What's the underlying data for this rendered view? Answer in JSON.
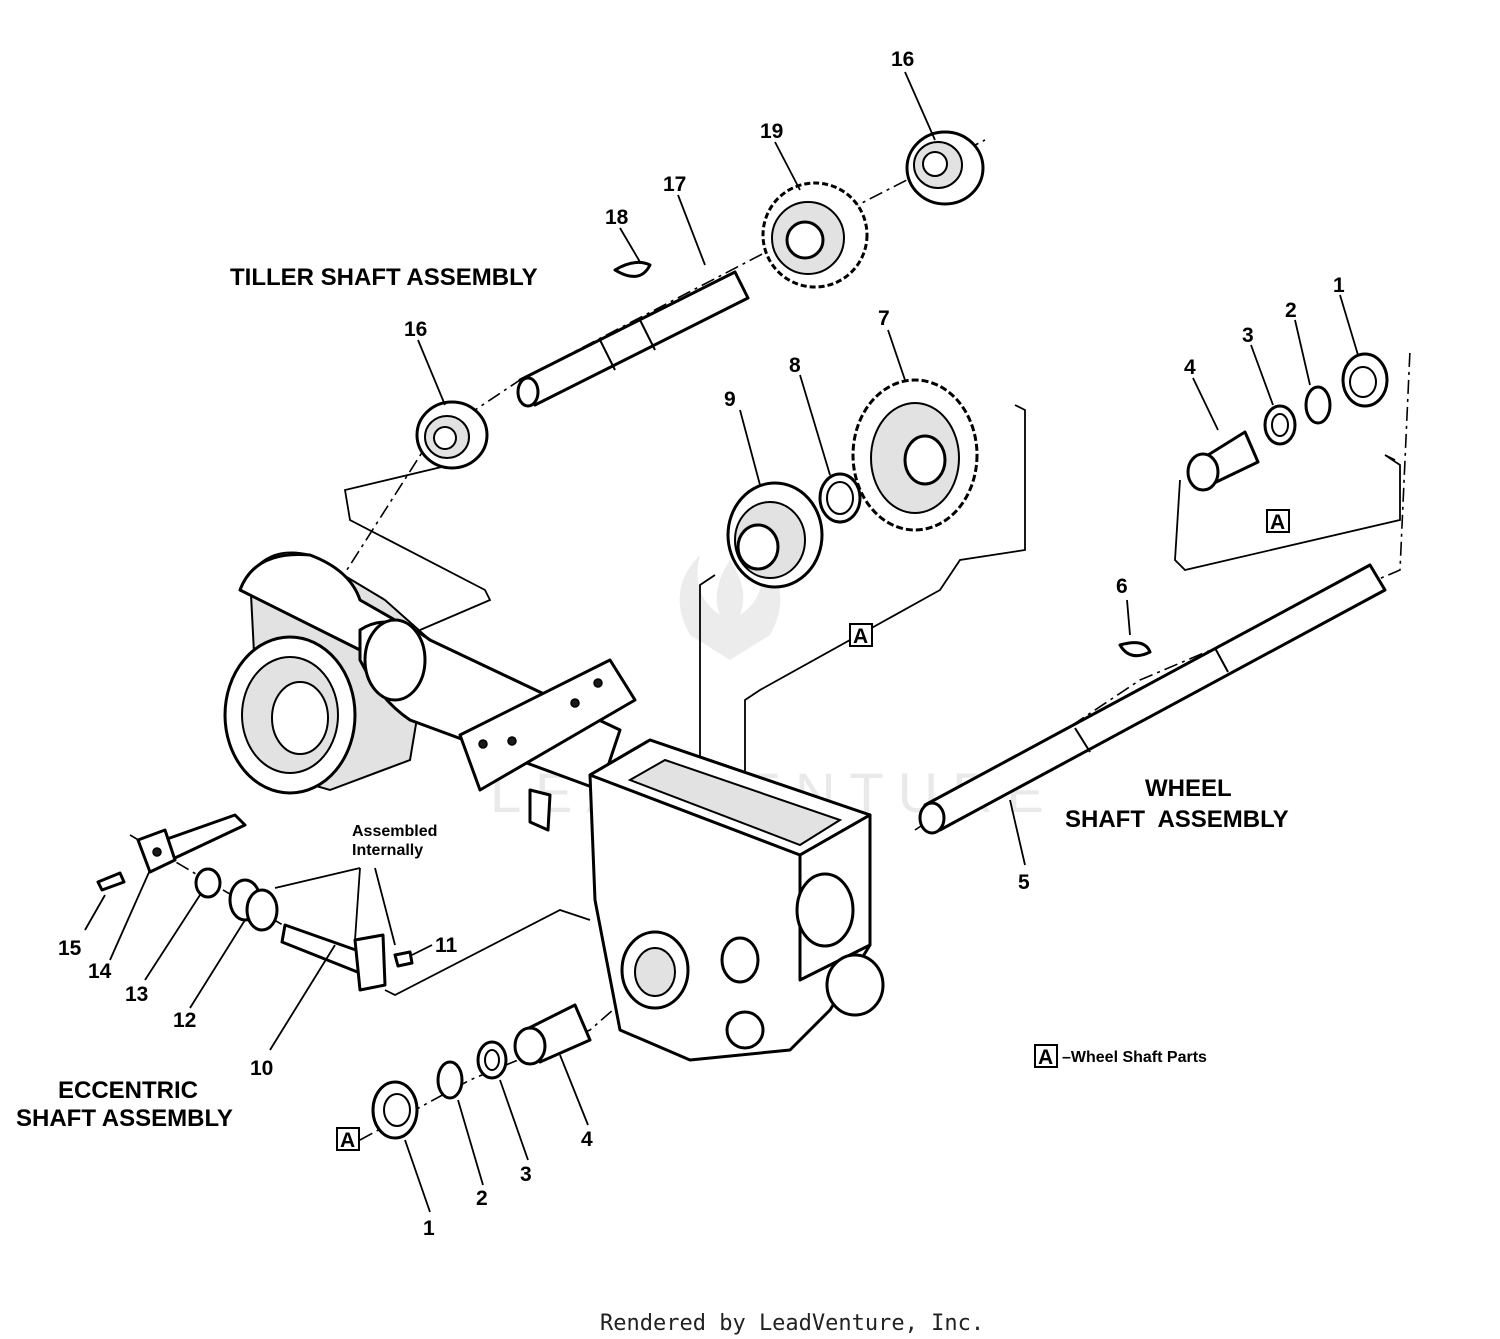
{
  "diagram": {
    "assemblies": {
      "tiller": "TILLER SHAFT ASSEMBLY",
      "wheel_line1": "WHEEL",
      "wheel_line2": "SHAFT  ASSEMBLY",
      "eccentric_line1": "ECCENTRIC",
      "eccentric_line2": "SHAFT ASSEMBLY"
    },
    "note": {
      "line1": "Assembled",
      "line2": "Internally"
    },
    "legend": {
      "marker": "A",
      "text": "–Wheel Shaft Parts"
    },
    "box_marker": "A",
    "callouts": {
      "c16_top": "16",
      "c19": "19",
      "c17": "17",
      "c18": "18",
      "c16_left": "16",
      "c7": "7",
      "c8": "8",
      "c9": "9",
      "c4_right": "4",
      "c3_right": "3",
      "c2_right": "2",
      "c1_right": "1",
      "c6": "6",
      "c5": "5",
      "c11": "11",
      "c15": "15",
      "c14": "14",
      "c13": "13",
      "c12": "12",
      "c10": "10",
      "c1_bottom": "1",
      "c2_bottom": "2",
      "c3_bottom": "3",
      "c4_bottom": "4"
    },
    "watermark": "LEADVENTURE",
    "footer": "Rendered by LeadVenture, Inc."
  }
}
